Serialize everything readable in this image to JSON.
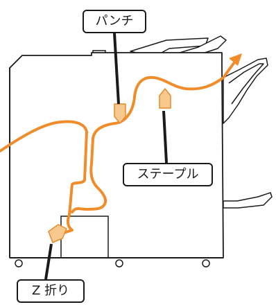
{
  "labels": {
    "punch": "パンチ",
    "staple": "ステープル",
    "z_fold": "Z 折り"
  },
  "colors": {
    "paper_path": "#f08c2a",
    "marker_fill": "#f8c98f",
    "marker_stroke": "#e58b2d",
    "outline": "#1a1a1a"
  }
}
